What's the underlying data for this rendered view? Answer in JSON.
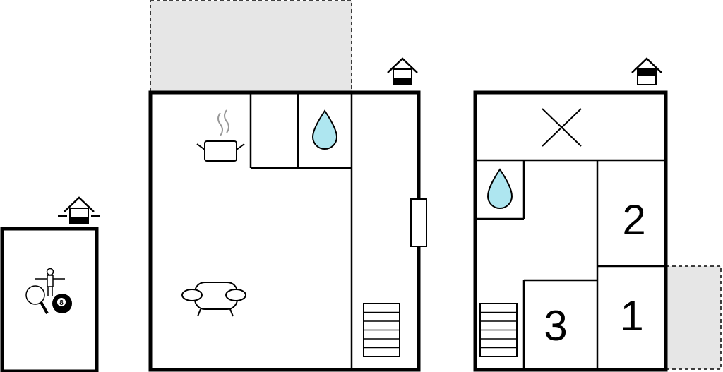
{
  "colors": {
    "wall": "#000000",
    "outdoor_area": "#e6e6e6",
    "water": "#aee6f0",
    "background": "#ffffff"
  },
  "floors": [
    {
      "name": "annex",
      "floor_level_icon": "floor-level-ground-icon",
      "icons": [
        "foosball-icon",
        "table-tennis-icon",
        "billiard-ball-icon"
      ],
      "billiard_ball_label": "8"
    },
    {
      "name": "ground-floor",
      "floor_level_icon": "floor-level-ground-icon",
      "icons": [
        "kitchen-pot-icon",
        "bathroom-water-drop-icon",
        "sofa-icon",
        "stairs-icon",
        "window-icon"
      ],
      "outdoor_terrace": true
    },
    {
      "name": "first-floor",
      "floor_level_icon": "floor-level-upper-icon",
      "icons": [
        "void-cross-icon",
        "bathroom-water-drop-icon",
        "stairs-icon"
      ],
      "rooms": [
        {
          "label": "2"
        },
        {
          "label": "1"
        },
        {
          "label": "3"
        }
      ],
      "outdoor_balcony": true
    }
  ]
}
